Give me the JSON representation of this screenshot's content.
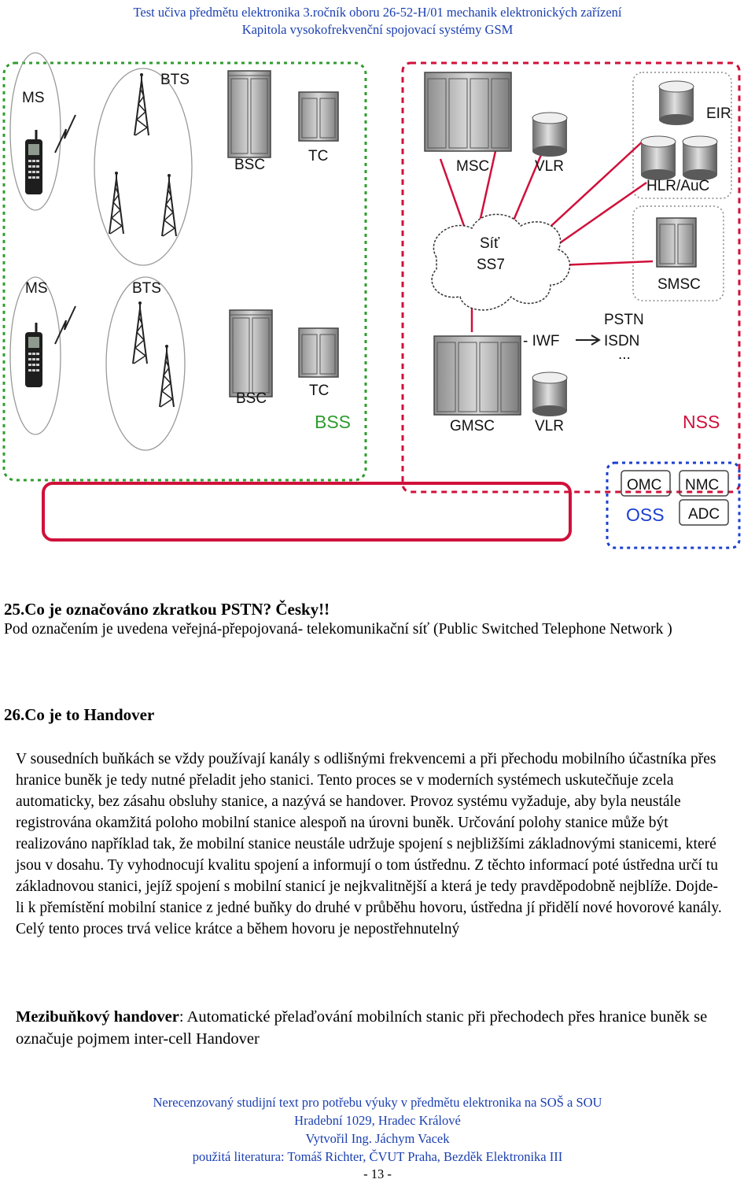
{
  "header": {
    "line1": "Test učiva předmětu elektronika 3.ročník oboru 26-52-H/01 mechanik elektronických zařízení",
    "line2": "Kapitola  vysokofrekvenční spojovací systémy GSM"
  },
  "diagram": {
    "ms1": "MS",
    "bts1": "BTS",
    "bsc1": "BSC",
    "tc1": "TC",
    "ms2": "MS",
    "bts2": "BTS",
    "bsc2": "BSC",
    "tc2": "TC",
    "bss": "BSS",
    "msc": "MSC",
    "vlr1": "VLR",
    "eir": "EIR",
    "hlr": "HLR/AuC",
    "sit": "Síť",
    "ss7": "SS7",
    "smsc": "SMSC",
    "iwf": "- IWF",
    "pstn": "PSTN",
    "isdn": "ISDN",
    "dots": "...",
    "gmsc": "GMSC",
    "vlr2": "VLR",
    "nss": "NSS",
    "omc": "OMC",
    "nmc": "NMC",
    "oss": "OSS",
    "adc": "ADC",
    "colors": {
      "bss_border": "#2e9c2e",
      "nss_border": "#d0103a",
      "oss_border": "#1a3fd0",
      "bss_label": "#2e9c2e",
      "nss_label": "#d0103a",
      "oss_label": "#1a3fd0"
    }
  },
  "q25": {
    "title": "25.Co je označováno zkratkou PSTN? Česky!!",
    "answer": "Pod označením je uvedena veřejná-přepojovaná- telekomunikační síť (Public Switched Telephone Network )"
  },
  "q26": {
    "title": "26.Co je to Handover",
    "paragraph": "V sousedních buňkách se vždy používají kanály s odlišnými frekvencemi a při přechodu mobilního účastníka přes hranice buněk je tedy nutné přeladit jeho stanici. Tento proces se v moderních systémech uskutečňuje zcela automaticky, bez zásahu obsluhy stanice, a nazývá se handover. Provoz systému vyžaduje, aby byla neustále registrována okamžitá poloho mobilní stanice alespoň na úrovni buněk. Určování polohy stanice může být realizováno například tak, že mobilní stanice neustále udržuje spojení s nejbližšími základnovými stanicemi, které jsou v dosahu. Ty vyhodnocují kvalitu spojení a informují o tom ústřednu. Z těchto informací poté ústředna určí tu základnovou stanici, jejíž spojení s mobilní stanicí je nejkvalitnější a která je tedy pravděpodobně nejblíže. Dojde-li k přemístění mobilní stanice z jedné buňky do druhé v průběhu hovoru, ústředna jí přidělí nové hovorové kanály. Celý tento proces trvá velice krátce a během hovoru je nepostřehnutelný",
    "term": "Mezibuňkový handover",
    "term_text": ": Automatické přelaďování mobilních stanic při přechodech přes hranice buněk se označuje pojmem inter-cell Handover"
  },
  "footer": {
    "line1": "Nerecenzovaný studijní text pro potřebu výuky v předmětu elektronika na SOŠ a SOU",
    "line2": "Hradební 1029, Hradec Králové",
    "line3": "Vytvořil Ing. Jáchym Vacek",
    "line4": "použitá literatura: Tomáš Richter, ČVUT Praha, Bezděk Elektronika III",
    "page": "- 13 -"
  }
}
